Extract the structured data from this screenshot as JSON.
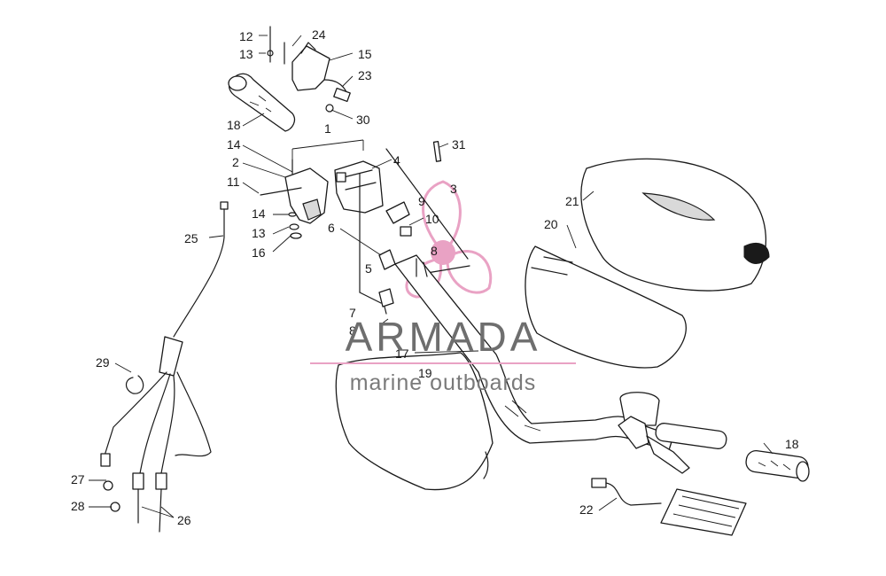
{
  "watermark": {
    "brand": "ARMADA",
    "tagline": "marine outboards",
    "accent_color": "#e9a2c4",
    "text_color": "#6e6e6e"
  },
  "callouts": [
    {
      "id": "c12",
      "label": "12"
    },
    {
      "id": "c13a",
      "label": "13"
    },
    {
      "id": "c24",
      "label": "24"
    },
    {
      "id": "c15",
      "label": "15"
    },
    {
      "id": "c23",
      "label": "23"
    },
    {
      "id": "c30",
      "label": "30"
    },
    {
      "id": "c18a",
      "label": "18"
    },
    {
      "id": "c1",
      "label": "1"
    },
    {
      "id": "c14a",
      "label": "14"
    },
    {
      "id": "c2",
      "label": "2"
    },
    {
      "id": "c4",
      "label": "4"
    },
    {
      "id": "c31",
      "label": "31"
    },
    {
      "id": "c11",
      "label": "11"
    },
    {
      "id": "c3",
      "label": "3"
    },
    {
      "id": "c9",
      "label": "9"
    },
    {
      "id": "c21",
      "label": "21"
    },
    {
      "id": "c14b",
      "label": "14"
    },
    {
      "id": "c10",
      "label": "10"
    },
    {
      "id": "c20",
      "label": "20"
    },
    {
      "id": "c25",
      "label": "25"
    },
    {
      "id": "c13b",
      "label": "13"
    },
    {
      "id": "c6",
      "label": "6"
    },
    {
      "id": "c8a",
      "label": "8"
    },
    {
      "id": "c16",
      "label": "16"
    },
    {
      "id": "c5",
      "label": "5"
    },
    {
      "id": "c7",
      "label": "7"
    },
    {
      "id": "c8b",
      "label": "8"
    },
    {
      "id": "c17",
      "label": "17"
    },
    {
      "id": "c19",
      "label": "19"
    },
    {
      "id": "c29",
      "label": "29"
    },
    {
      "id": "c18b",
      "label": "18"
    },
    {
      "id": "c27",
      "label": "27"
    },
    {
      "id": "c28",
      "label": "28"
    },
    {
      "id": "c26",
      "label": "26"
    },
    {
      "id": "c22",
      "label": "22"
    }
  ]
}
